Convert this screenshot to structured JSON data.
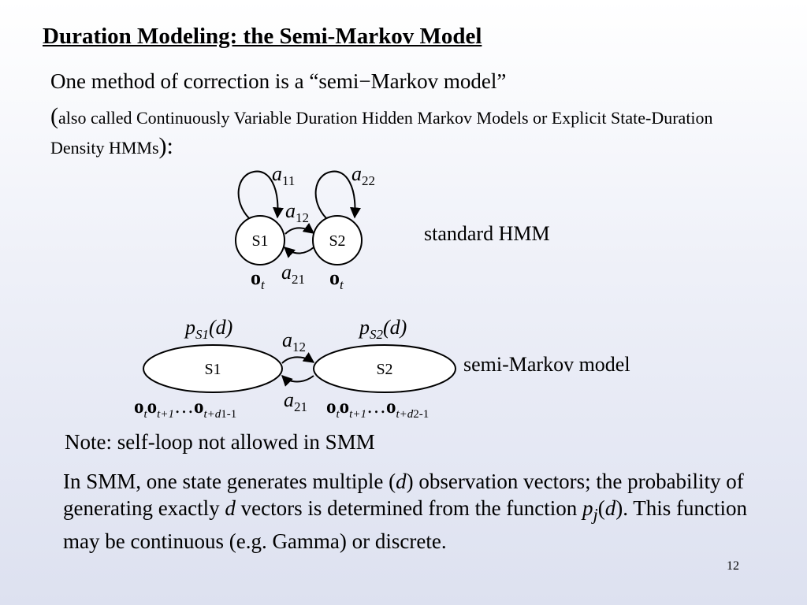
{
  "slide": {
    "title": "Duration Modeling: the Semi-Markov Model",
    "intro_line1": "One method of correction is a “semi−Markov model”",
    "intro_open": "(",
    "intro_line2": "also called Continuously Variable Duration Hidden Markov Models or Explicit State-Duration Density HMMs",
    "intro_close": "):",
    "page_number": "12"
  },
  "hmm": {
    "state1": "S1",
    "state2": "S2",
    "label": "standard HMM",
    "a11_base": "a",
    "a11_sub": "11",
    "a22_base": "a",
    "a22_sub": "22",
    "a12_base": "a",
    "a12_sub": "12",
    "a21_base": "a",
    "a21_sub": "21",
    "obs_base": "o",
    "obs_sub": "t"
  },
  "smm": {
    "state1": "S1",
    "state2": "S2",
    "label": "semi-Markov model",
    "p_base": "p",
    "p1_sub": "S1",
    "p2_sub": "S2",
    "p_arg": "(d)",
    "a12_base": "a",
    "a12_sub": "12",
    "a21_base": "a",
    "a21_sub": "21",
    "obs1": {
      "o": "o",
      "t": "t",
      "t1": "t+1",
      "dots": "…",
      "td": "t+d",
      "end": "1-1"
    },
    "obs2": {
      "o": "o",
      "t": "t",
      "t1": "t+1",
      "dots": "…",
      "td": "t+d",
      "end": "2-1"
    }
  },
  "note": "Note: self-loop not allowed in SMM",
  "paragraph": {
    "p1": "In SMM, one state generates multiple (",
    "d1": "d",
    "p2": ") observation vectors; the probability of generating exactly ",
    "d2": "d",
    "p3": " vectors is determined from the function ",
    "p_base": "p",
    "p_sub": "j",
    "p_open": "(",
    "d3": "d",
    "p_close": ").",
    "p4": "  This function may be continuous (e.g. Gamma) or discrete."
  }
}
